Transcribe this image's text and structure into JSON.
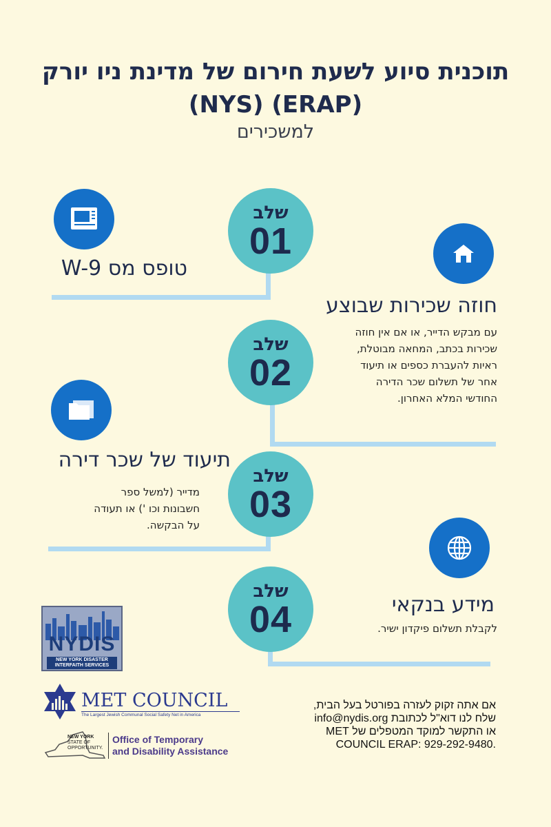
{
  "header": {
    "title_line1": "תוכנית סיוע לשעת חירום של מדינת ניו יורק",
    "title_line2": "(ERAP) (NYS)",
    "subtitle": "למשכירים"
  },
  "steps": [
    {
      "label": "שלב",
      "number": "01"
    },
    {
      "label": "שלב",
      "number": "02"
    },
    {
      "label": "שלב",
      "number": "03"
    },
    {
      "label": "שלב",
      "number": "04"
    }
  ],
  "items": {
    "w9": {
      "heading": "טופס מס W-9",
      "icon": "monitor-icon"
    },
    "lease": {
      "heading": "חוזה שכירות שבוצע",
      "icon": "house-icon",
      "body": [
        "עם מבקש הדייר, או אם אין חוזה",
        "שכירות בכתב, המחאה מבוטלת,",
        "ראיות להעברת כספים או תיעוד",
        "אחר של תשלום שכר הדירה",
        "החודשי המלא האחרון."
      ]
    },
    "rent": {
      "heading": "תיעוד של שכר דירה",
      "icon": "folder-icon",
      "body": [
        "מדייר (למשל ספר",
        "חשבונות וכו ') או תעודה",
        "על הבקשה."
      ]
    },
    "bank": {
      "heading": "מידע בנקאי",
      "icon": "globe-icon",
      "body": "לקבלת תשלום פיקדון ישיר."
    }
  },
  "logos": {
    "nydis_name": "NYDIS",
    "nydis_sub1": "NEW YORK DISASTER",
    "nydis_sub2": "INTERFAITH SERVICES",
    "met_name": "MET COUNCIL",
    "met_tagline": "The Largest Jewish Communal Social Safety Net in America",
    "ny_state1": "NEW YORK",
    "ny_state2": "STATE OF",
    "ny_state3": "OPPORTUNITY.",
    "otda1": "Office of Temporary",
    "otda2": "and Disability Assistance"
  },
  "contact": [
    "אם אתה זקוק לעזרה בפורטל בעל הבית,",
    "שלח לנו דוא\"ל לכתובת info@nydis.org",
    "או התקשר למוקד המטפלים של MET",
    ".COUNCIL ERAP: 929-292-9480"
  ],
  "colors": {
    "background": "#fdf9e0",
    "step_circle": "#5bc2c7",
    "icon_circle": "#1570c8",
    "line": "#b1daf1",
    "text_dark": "#1f2b4d"
  }
}
